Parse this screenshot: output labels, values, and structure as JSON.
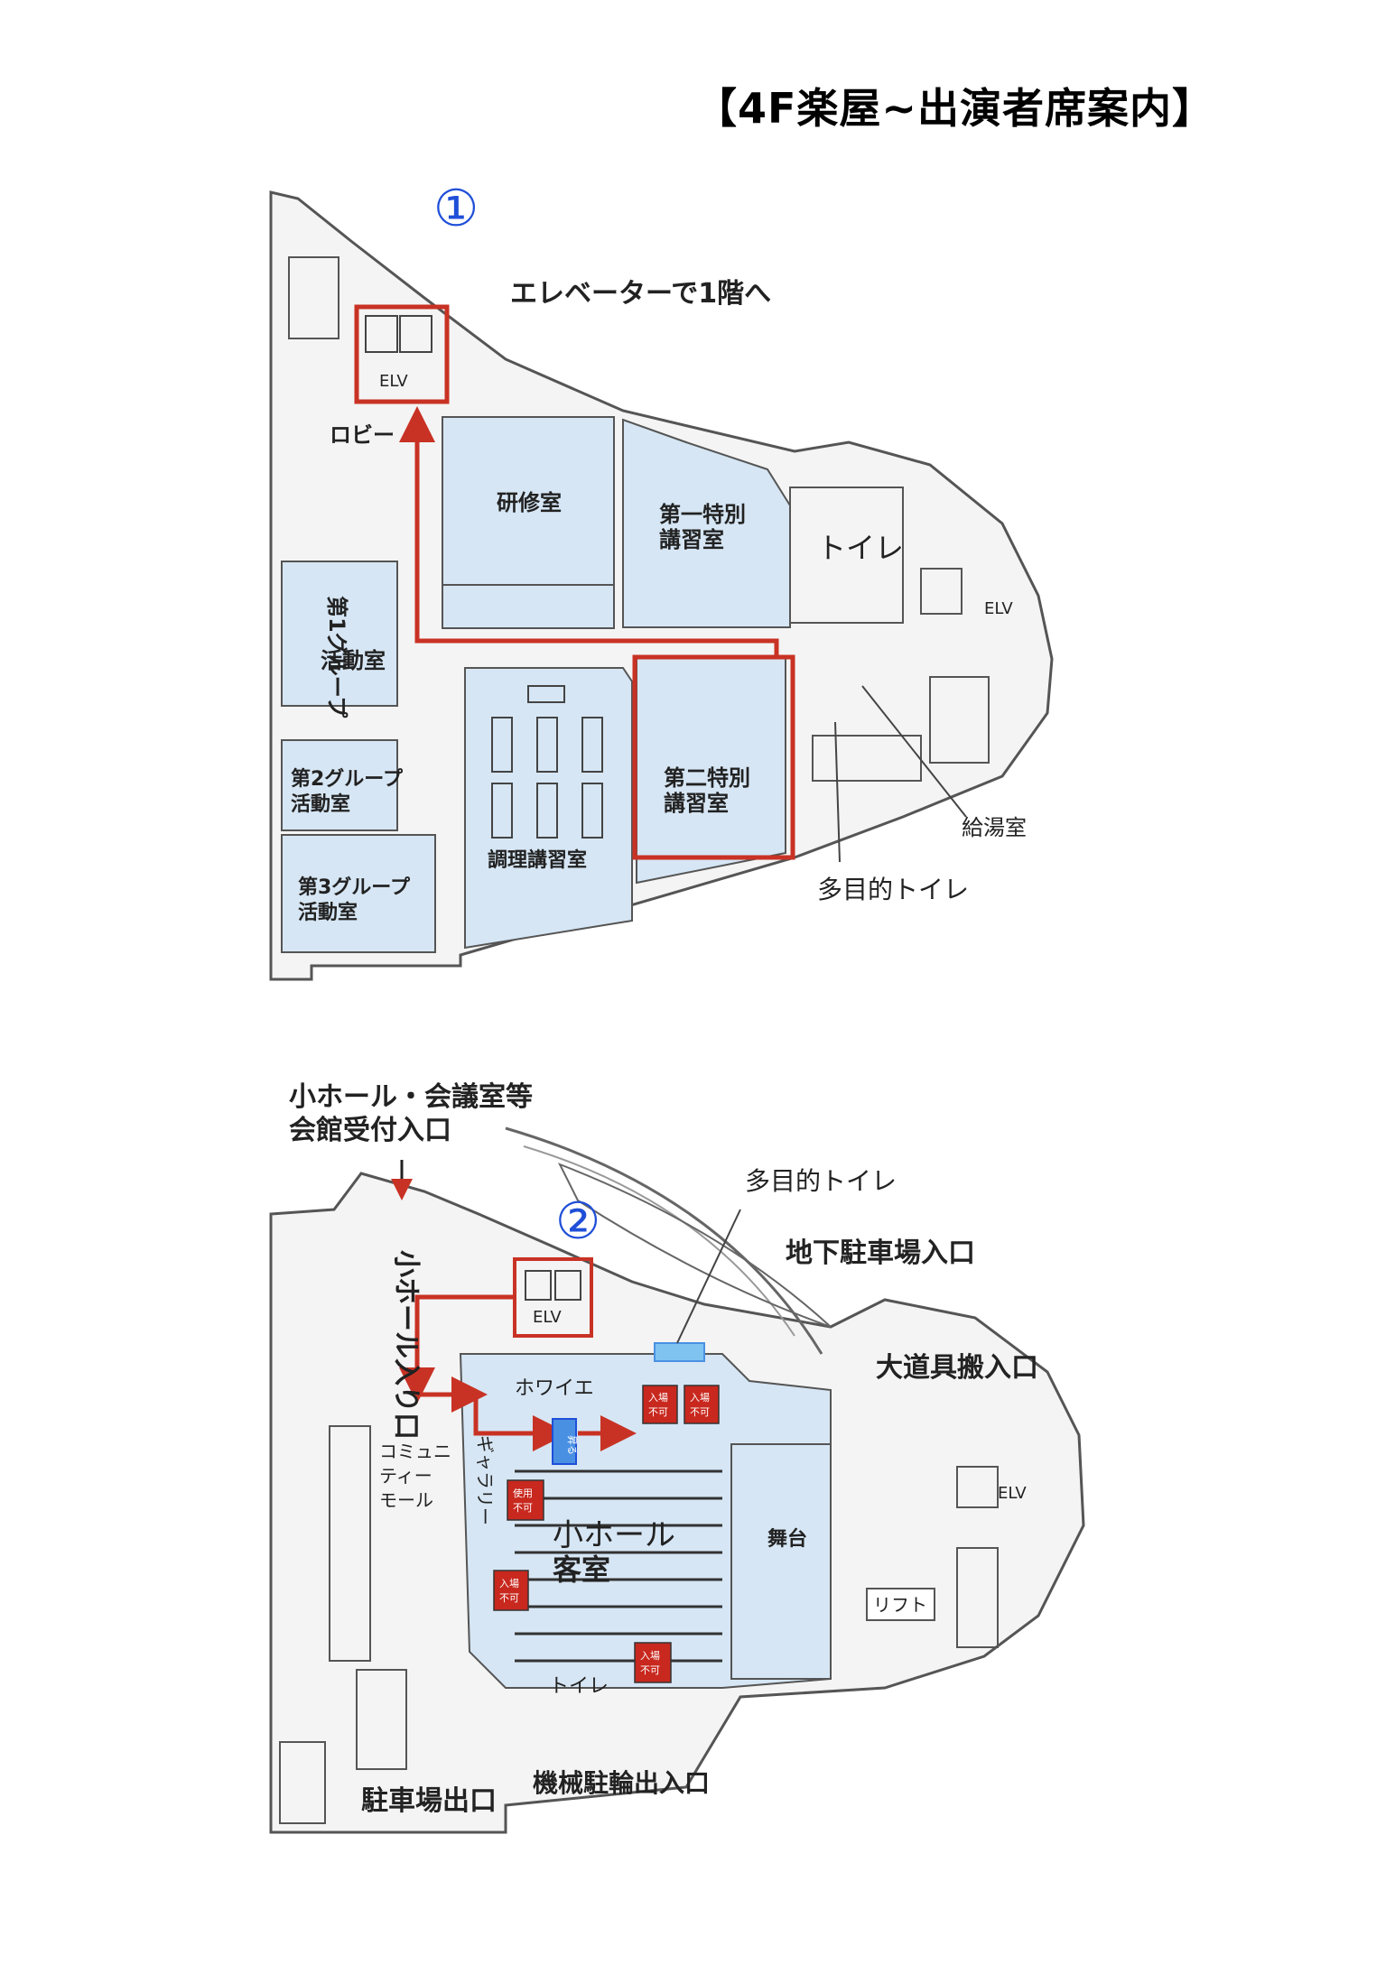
{
  "title": "【4F楽屋~出演者席案内】",
  "colors": {
    "room_fill": "#d6e6f4",
    "route": "#c83224",
    "step_blue": "#1f4fd8",
    "restricted": "#c8281e",
    "stair_blue": "#4a90e2"
  },
  "map4f": {
    "step": "①",
    "instruction": "エレベーターで1階へ",
    "elv": "ELV",
    "elv_right": "ELV",
    "lobby": "ロビー",
    "kenshu": "研修室",
    "dai1_l1": "第一特別",
    "dai1_l2": "講習室",
    "toilet": "トイレ",
    "group1": "活動室",
    "group1_title": "第1グループ",
    "group2_l1": "第2グループ",
    "group2_l2": "活動室",
    "group3_l1": "第3グループ",
    "group3_l2": "活動室",
    "chori": "調理講習室",
    "dai2_l1": "第二特別",
    "dai2_l2": "講習室",
    "kyuto": "給湯室",
    "tamokuteki": "多目的トイレ"
  },
  "map1f": {
    "step": "②",
    "entrance_l1": "小ホール・会議室等",
    "entrance_l2": "会館受付入口",
    "tamokuteki": "多目的トイレ",
    "chika": "地下駐車場入口",
    "elv": "ELV",
    "elv_right": "ELV",
    "ohdogu": "大道具搬入口",
    "hoie": "ホワイエ",
    "komyuniti_l1": "コミュニ",
    "komyuniti_l2": "ティー",
    "komyuniti_l3": "モール",
    "gallery": "ギャラリー",
    "kyakushitsu_l1": "小ホール",
    "kyakushitsu_l2": "客室",
    "butai": "舞台",
    "lift": "リフト",
    "toilet": "トイレ",
    "kikai": "機械駐輪出入口",
    "chushajo": "駐車場出口",
    "kohall_entrance": "小ホール入り口",
    "stairs_up": "昇る",
    "badge_a_l1": "入場",
    "badge_a_l2": "不可",
    "badge_b_l1": "入場",
    "badge_b_l2": "不可",
    "badge_c_l1": "使用",
    "badge_c_l2": "不可",
    "badge_d_l1": "入場",
    "badge_d_l2": "不可",
    "badge_e_l1": "入場",
    "badge_e_l2": "不可"
  }
}
